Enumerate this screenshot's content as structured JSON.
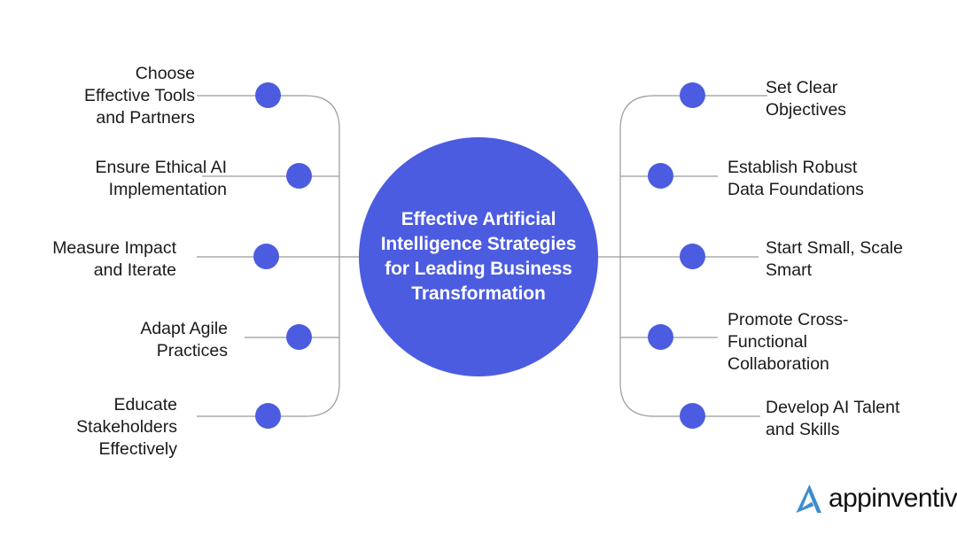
{
  "diagram": {
    "hub": {
      "title": "Effective Artificial Intelligence Strategies for Leading Business Transformation",
      "color": "#4c5ce0"
    },
    "colors": {
      "accent": "#4c5ce0",
      "wire": "#9a9a9a",
      "text": "#1a1a1a",
      "background": "#ffffff",
      "logo_mark": "#3d8dcc"
    },
    "left_nodes": [
      {
        "label": "Choose\nEffective Tools\nand Partners"
      },
      {
        "label": "Ensure Ethical AI\nImplementation"
      },
      {
        "label": "Measure Impact\nand Iterate"
      },
      {
        "label": "Adapt Agile\nPractices"
      },
      {
        "label": "Educate\nStakeholders\nEffectively"
      }
    ],
    "right_nodes": [
      {
        "label": "Set Clear\nObjectives"
      },
      {
        "label": "Establish Robust\nData Foundations"
      },
      {
        "label": "Start Small, Scale\nSmart"
      },
      {
        "label": "Promote Cross-\nFunctional\nCollaboration"
      },
      {
        "label": "Develop AI Talent\nand Skills"
      }
    ]
  },
  "logo": {
    "wordmark": "appinventiv",
    "mark_name": "appinventiv-a-mark"
  }
}
